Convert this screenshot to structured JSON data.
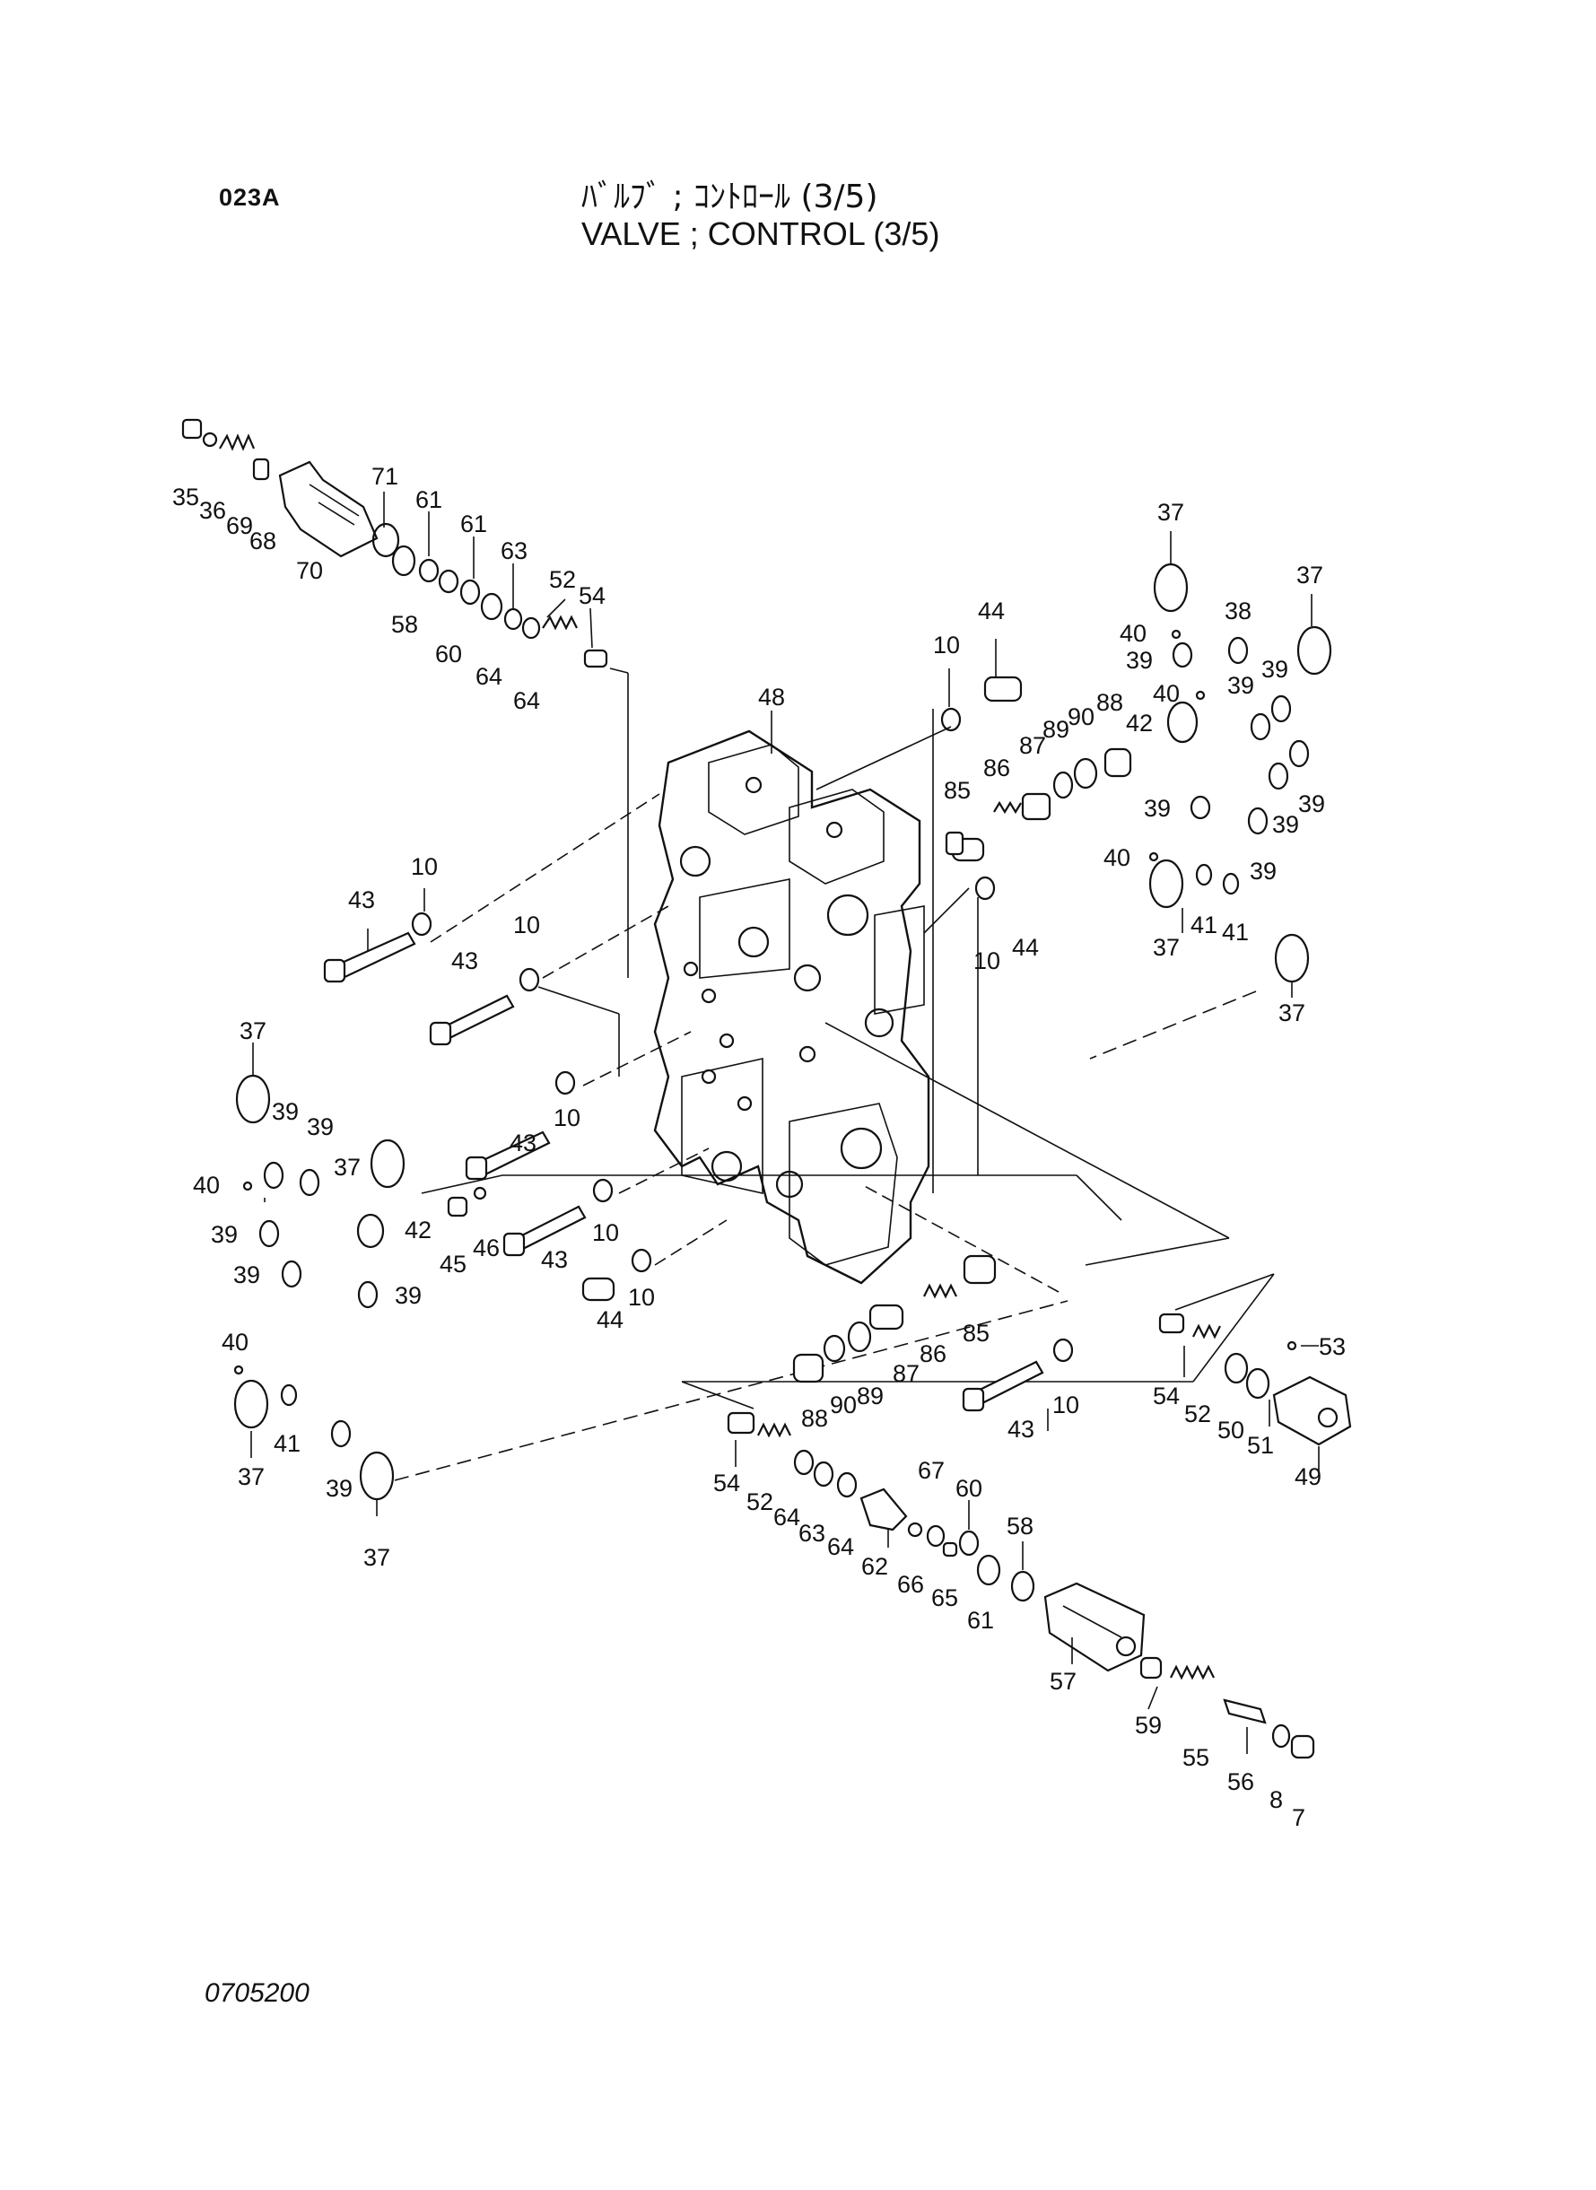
{
  "page_code": "023A",
  "title_jp": "ﾊﾞﾙﾌﾞ ; ｺﾝﾄﾛｰﾙ (3/5)",
  "title_en": "VALVE ; CONTROL (3/5)",
  "drawing_number": "0705200",
  "callouts": [
    {
      "id": "c1",
      "label": "35"
    },
    {
      "id": "c2",
      "label": "36"
    },
    {
      "id": "c3",
      "label": "69"
    },
    {
      "id": "c4",
      "label": "68"
    },
    {
      "id": "c5",
      "label": "70"
    },
    {
      "id": "c6",
      "label": "71"
    },
    {
      "id": "c7",
      "label": "58"
    },
    {
      "id": "c8",
      "label": "61"
    },
    {
      "id": "c9",
      "label": "60"
    },
    {
      "id": "c10",
      "label": "61"
    },
    {
      "id": "c11",
      "label": "64"
    },
    {
      "id": "c12",
      "label": "63"
    },
    {
      "id": "c13",
      "label": "64"
    },
    {
      "id": "c14",
      "label": "52"
    },
    {
      "id": "c15",
      "label": "54"
    },
    {
      "id": "c16",
      "label": "48"
    },
    {
      "id": "c17",
      "label": "10"
    },
    {
      "id": "c18",
      "label": "44"
    },
    {
      "id": "c19",
      "label": "37"
    },
    {
      "id": "c20",
      "label": "40"
    },
    {
      "id": "c21",
      "label": "39"
    },
    {
      "id": "c22",
      "label": "40"
    },
    {
      "id": "c23",
      "label": "42"
    },
    {
      "id": "c24",
      "label": "38"
    },
    {
      "id": "c25",
      "label": "37"
    },
    {
      "id": "c26",
      "label": "39"
    },
    {
      "id": "c27",
      "label": "39"
    },
    {
      "id": "c28",
      "label": "39"
    },
    {
      "id": "c29",
      "label": "39"
    },
    {
      "id": "c30",
      "label": "39"
    },
    {
      "id": "c31",
      "label": "39"
    },
    {
      "id": "c32",
      "label": "40"
    },
    {
      "id": "c33",
      "label": "37"
    },
    {
      "id": "c34",
      "label": "41"
    },
    {
      "id": "c35",
      "label": "41"
    },
    {
      "id": "c36",
      "label": "37"
    },
    {
      "id": "c37",
      "label": "85"
    },
    {
      "id": "c38",
      "label": "86"
    },
    {
      "id": "c39",
      "label": "87"
    },
    {
      "id": "c40",
      "label": "89"
    },
    {
      "id": "c41",
      "label": "90"
    },
    {
      "id": "c42",
      "label": "88"
    },
    {
      "id": "c43",
      "label": "10"
    },
    {
      "id": "c44",
      "label": "44"
    },
    {
      "id": "c45",
      "label": "43"
    },
    {
      "id": "c46",
      "label": "10"
    },
    {
      "id": "c47",
      "label": "43"
    },
    {
      "id": "c48",
      "label": "10"
    },
    {
      "id": "c49",
      "label": "43"
    },
    {
      "id": "c50",
      "label": "10"
    },
    {
      "id": "c51",
      "label": "37"
    },
    {
      "id": "c52",
      "label": "39"
    },
    {
      "id": "c53",
      "label": "39"
    },
    {
      "id": "c54",
      "label": "37"
    },
    {
      "id": "c55",
      "label": "40"
    },
    {
      "id": "c56",
      "label": "42"
    },
    {
      "id": "c57",
      "label": "39"
    },
    {
      "id": "c58",
      "label": "39"
    },
    {
      "id": "c59",
      "label": "39"
    },
    {
      "id": "c60",
      "label": "45"
    },
    {
      "id": "c61",
      "label": "46"
    },
    {
      "id": "c62",
      "label": "43"
    },
    {
      "id": "c63",
      "label": "10"
    },
    {
      "id": "c64",
      "label": "44"
    },
    {
      "id": "c65",
      "label": "10"
    },
    {
      "id": "c66",
      "label": "40"
    },
    {
      "id": "c67",
      "label": "41"
    },
    {
      "id": "c68",
      "label": "37"
    },
    {
      "id": "c69",
      "label": "39"
    },
    {
      "id": "c70",
      "label": "37"
    },
    {
      "id": "c71",
      "label": "85"
    },
    {
      "id": "c72",
      "label": "86"
    },
    {
      "id": "c73",
      "label": "87"
    },
    {
      "id": "c74",
      "label": "89"
    },
    {
      "id": "c75",
      "label": "90"
    },
    {
      "id": "c76",
      "label": "88"
    },
    {
      "id": "c77",
      "label": "43"
    },
    {
      "id": "c78",
      "label": "10"
    },
    {
      "id": "c79",
      "label": "54"
    },
    {
      "id": "c80",
      "label": "52"
    },
    {
      "id": "c81",
      "label": "50"
    },
    {
      "id": "c82",
      "label": "51"
    },
    {
      "id": "c83",
      "label": "53"
    },
    {
      "id": "c84",
      "label": "49"
    },
    {
      "id": "c85",
      "label": "54"
    },
    {
      "id": "c86",
      "label": "52"
    },
    {
      "id": "c87",
      "label": "64"
    },
    {
      "id": "c88",
      "label": "63"
    },
    {
      "id": "c89",
      "label": "64"
    },
    {
      "id": "c90",
      "label": "62"
    },
    {
      "id": "c91",
      "label": "66"
    },
    {
      "id": "c92",
      "label": "67"
    },
    {
      "id": "c93",
      "label": "65"
    },
    {
      "id": "c94",
      "label": "60"
    },
    {
      "id": "c95",
      "label": "61"
    },
    {
      "id": "c96",
      "label": "58"
    },
    {
      "id": "c97",
      "label": "57"
    },
    {
      "id": "c98",
      "label": "59"
    },
    {
      "id": "c99",
      "label": "55"
    },
    {
      "id": "c100",
      "label": "56"
    },
    {
      "id": "c101",
      "label": "8"
    },
    {
      "id": "c102",
      "label": "7"
    }
  ]
}
